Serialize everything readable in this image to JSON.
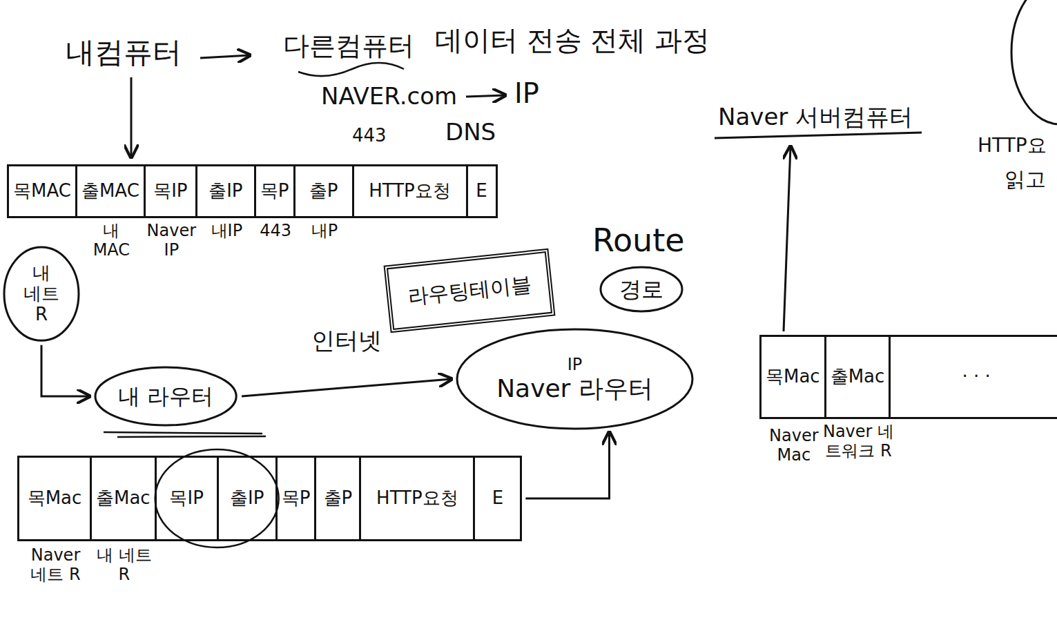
{
  "diagram": {
    "title": "데이터 전송 전체 과정",
    "nodes": [
      {
        "text": [
          "목MAC"
        ]
      },
      {
        "text": [
          "출MAC"
        ]
      },
      {
        "text": [
          "목IP"
        ]
      },
      {
        "text": [
          "출IP"
        ]
      },
      {
        "text": [
          "목P"
        ]
      },
      {
        "text": [
          "출P"
        ]
      },
      {
        "text": [
          "HTTP요청"
        ]
      },
      {
        "text": [
          "E"
        ]
      },
      {
        "text": [
          "내 네트 R"
        ]
      },
      {
        "text": [
          "라우팅테이블"
        ]
      },
      {
        "text": [
          "경로"
        ]
      },
      {
        "text": [
          "내 라우터"
        ]
      },
      {
        "text": [
          "IP",
          "Naver 라우터"
        ]
      },
      {
        "text": [
          "목Mac"
        ]
      },
      {
        "text": [
          "출Mac"
        ]
      },
      {
        "text": [
          "· · ·"
        ]
      },
      {
        "text": [
          "목Mac"
        ]
      },
      {
        "text": [
          "출Mac"
        ]
      },
      {
        "text": [
          "목IP"
        ]
      },
      {
        "text": [
          "출IP"
        ]
      },
      {
        "text": [
          "목P"
        ]
      },
      {
        "text": [
          "출P"
        ]
      },
      {
        "text": [
          "HTTP요청"
        ]
      },
      {
        "text": [
          "E"
        ]
      }
    ],
    "edges": [
      {
        "from": 8,
        "to": 11,
        "arrow": "to"
      },
      {
        "from": 11,
        "to": 12,
        "label": "인터넷",
        "arrow": "to"
      },
      {
        "from": 23,
        "to": 12,
        "arrow": "to"
      }
    ],
    "labels": [
      "내컴퓨터",
      "다른컴퓨터",
      "NAVER.com",
      "IP",
      "443",
      "DNS",
      "Naver 서버컴퓨터",
      "HTTP요",
      "읽고",
      "내 MAC",
      "Naver IP",
      "내IP",
      "443",
      "내P",
      "Route",
      "Naver Mac",
      "Naver 네트워크 R",
      "Naver 네트 R",
      "내 네트 R"
    ]
  }
}
